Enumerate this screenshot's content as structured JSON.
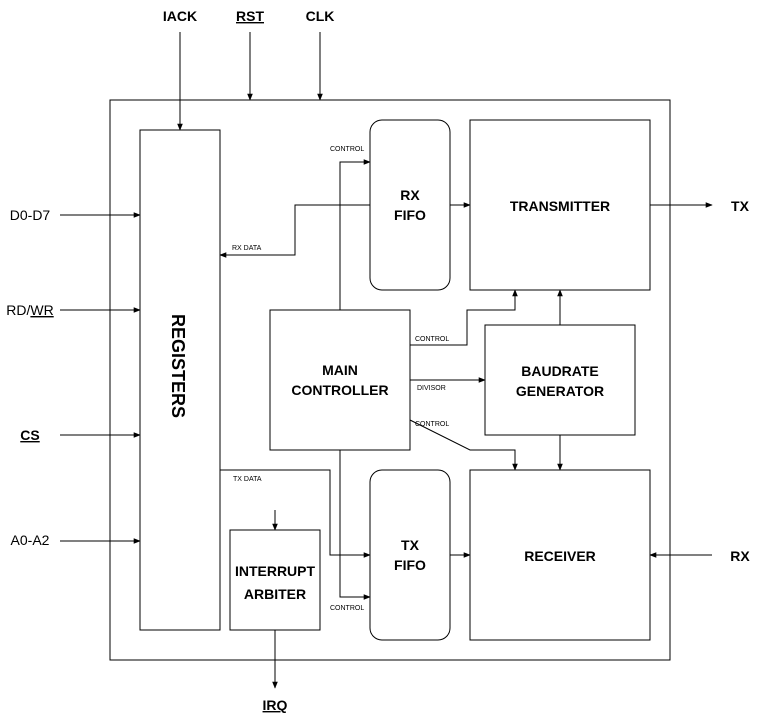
{
  "pins": {
    "iack": "IACK",
    "rst": "RST",
    "clk": "CLK",
    "d0_d7": "D0-D7",
    "rd": "RD/",
    "wr": "WR",
    "cs": "CS",
    "a0_a2": "A0-A2",
    "tx": "TX",
    "rx": "RX",
    "irq": "IRQ"
  },
  "blocks": {
    "registers": "REGISTERS",
    "rx_fifo_1": "RX",
    "rx_fifo_2": "FIFO",
    "tx_fifo_1": "TX",
    "tx_fifo_2": "FIFO",
    "transmitter": "TRANSMITTER",
    "main_controller_1": "MAIN",
    "main_controller_2": "CONTROLLER",
    "baudrate_1": "BAUDRATE",
    "baudrate_2": "GENERATOR",
    "receiver": "RECEIVER",
    "interrupt_1": "INTERRUPT",
    "interrupt_2": "ARBITER"
  },
  "signals": {
    "control_top": "CONTROL",
    "rx_data": "RX DATA",
    "control_right_top": "CONTROL",
    "divisor": "DIVISOR",
    "control_right_bottom": "CONTROL",
    "tx_data": "TX DATA",
    "control_bottom": "CONTROL"
  }
}
